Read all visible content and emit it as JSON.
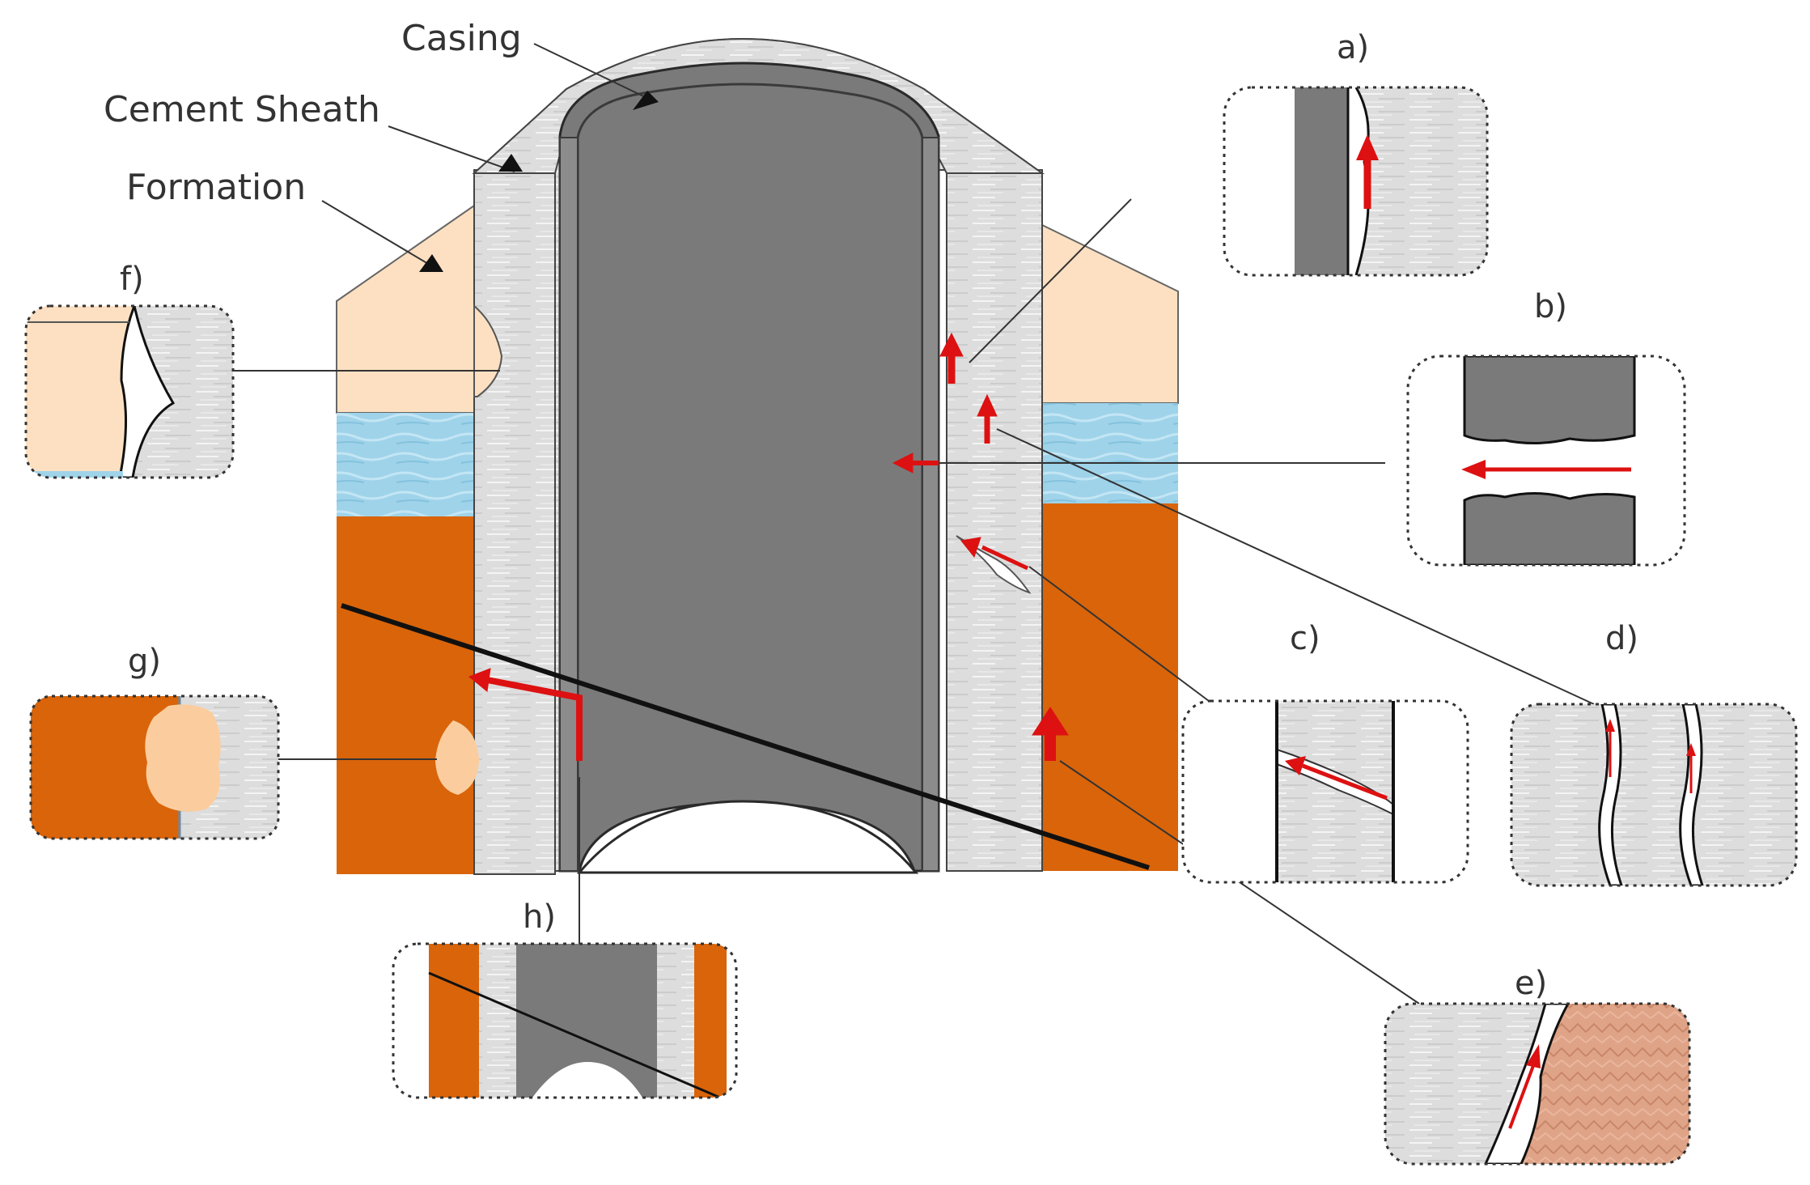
{
  "labels": {
    "casing": "Casing",
    "cement_sheath": "Cement Sheath",
    "formation": "Formation"
  },
  "panels": {
    "a": "a)",
    "b": "b)",
    "c": "c)",
    "d": "d)",
    "e": "e)",
    "f": "f)",
    "g": "g)",
    "h": "h)"
  },
  "colors": {
    "casing": "#7a7a7a",
    "cement": "#dcdcdc",
    "formation_top": "#fde0c2",
    "water": "#9fd3ea",
    "formation_bottom": "#d9640a",
    "arrow": "#dd1111",
    "outline": "#222222"
  }
}
